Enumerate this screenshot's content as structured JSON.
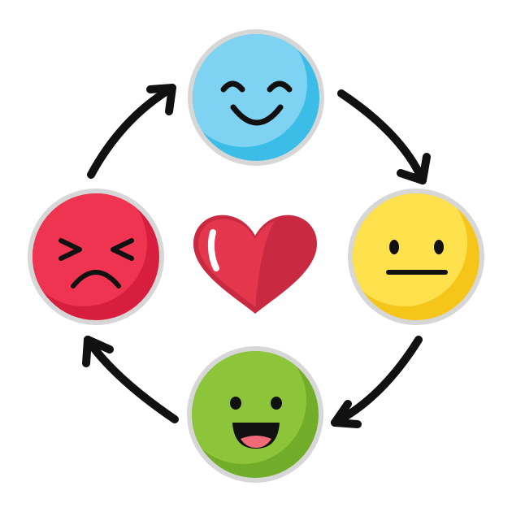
{
  "diagram": {
    "type": "emotion-cycle",
    "direction": "clockwise",
    "nodes": [
      {
        "id": "happy",
        "icon": "happy-face-icon",
        "color": "#3bbde8",
        "highlight": "#7fd3f2"
      },
      {
        "id": "neutral",
        "icon": "neutral-face-icon",
        "color": "#f5c519",
        "highlight": "#ffe14d"
      },
      {
        "id": "laughing",
        "icon": "laughing-face-icon",
        "color": "#72ad2a",
        "highlight": "#8cc53a"
      },
      {
        "id": "angry",
        "icon": "angry-face-icon",
        "color": "#d81e3f",
        "highlight": "#ee3450"
      }
    ],
    "edges": [
      {
        "from": "happy",
        "to": "neutral"
      },
      {
        "from": "neutral",
        "to": "laughing"
      },
      {
        "from": "laughing",
        "to": "angry"
      },
      {
        "from": "angry",
        "to": "happy"
      }
    ],
    "center": {
      "icon": "heart-icon",
      "color": "#e4364c",
      "shade": "#c92a42"
    },
    "colors": {
      "ring": "#d7d7d7",
      "arrow": "#111111",
      "features": "#111111"
    }
  }
}
